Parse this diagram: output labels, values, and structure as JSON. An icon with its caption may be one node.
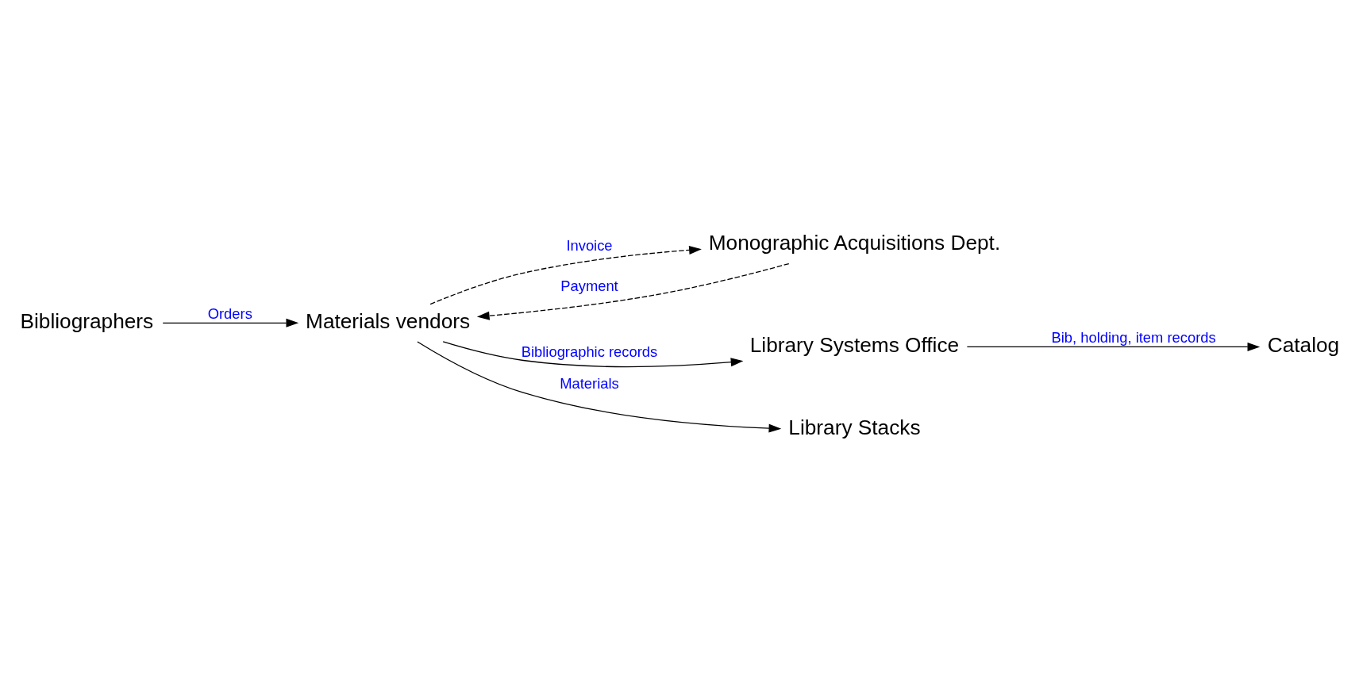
{
  "diagram": {
    "nodes": [
      {
        "text": [
          "Bibliographers"
        ]
      },
      {
        "text": [
          "Monographic Acquisitions Dept."
        ]
      },
      {
        "text": [
          "Catalog"
        ]
      },
      {
        "text": [
          "Library Systems Office"
        ]
      },
      {
        "text": [
          "Library Stacks"
        ]
      },
      {
        "text": [
          "Materials vendors"
        ]
      }
    ],
    "edges": [
      {
        "from": 0,
        "to": 5,
        "arrow": "to",
        "label": "Orders"
      },
      {
        "from": 5,
        "to": 1,
        "arrow": "to",
        "label": "Invoice",
        "style": "dashed"
      },
      {
        "from": 1,
        "to": 5,
        "arrow": "to",
        "label": "Payment",
        "style": "dashed"
      },
      {
        "from": 5,
        "to": 3,
        "arrow": "to",
        "label": "Bibliographic records"
      },
      {
        "from": 3,
        "to": 2,
        "arrow": "to",
        "label": "Bib, holding, item records"
      },
      {
        "from": 5,
        "to": 4,
        "arrow": "to",
        "label": "Materials"
      }
    ]
  }
}
